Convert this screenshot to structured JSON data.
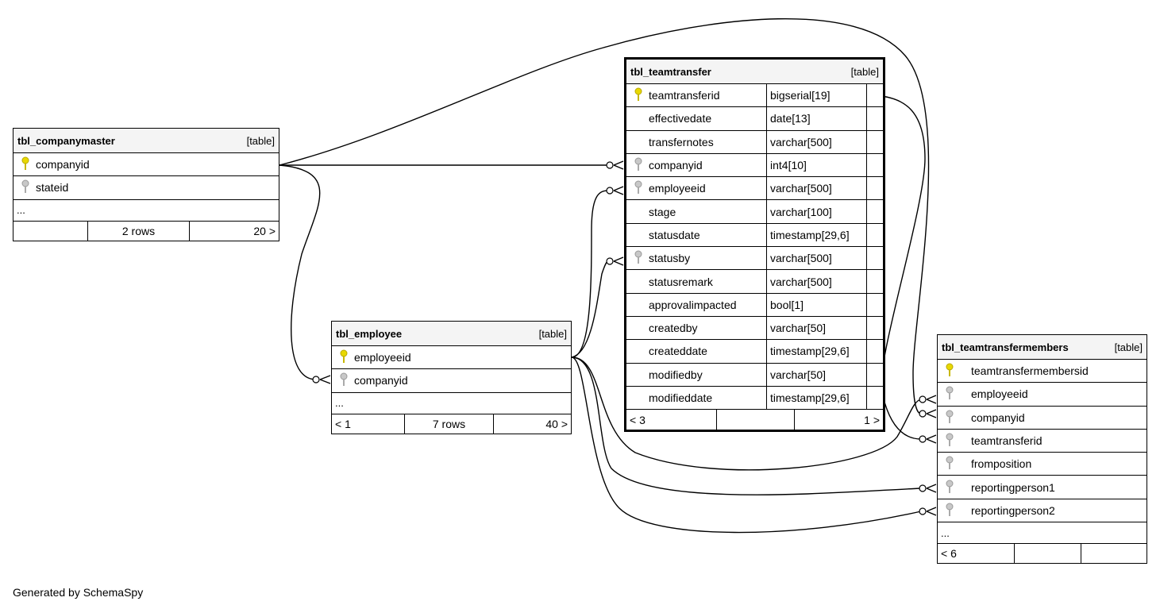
{
  "tables": {
    "companymaster": {
      "name": "tbl_companymaster",
      "type": "[table]",
      "columns": [
        "companyid",
        "stateid"
      ],
      "ellipsis": "...",
      "footer": [
        "",
        "2 rows",
        "20 >"
      ]
    },
    "employee": {
      "name": "tbl_employee",
      "type": "[table]",
      "columns": [
        "employeeid",
        "companyid"
      ],
      "ellipsis": "...",
      "footer": [
        "< 1",
        "7 rows",
        "40 >"
      ]
    },
    "teamtransfer": {
      "name": "tbl_teamtransfer",
      "type": "[table]",
      "columns": [
        {
          "name": "teamtransferid",
          "type": "bigserial[19]"
        },
        {
          "name": "effectivedate",
          "type": "date[13]"
        },
        {
          "name": "transfernotes",
          "type": "varchar[500]"
        },
        {
          "name": "companyid",
          "type": "int4[10]"
        },
        {
          "name": "employeeid",
          "type": "varchar[500]"
        },
        {
          "name": "stage",
          "type": "varchar[100]"
        },
        {
          "name": "statusdate",
          "type": "timestamp[29,6]"
        },
        {
          "name": "statusby",
          "type": "varchar[500]"
        },
        {
          "name": "statusremark",
          "type": "varchar[500]"
        },
        {
          "name": "approvalimpacted",
          "type": "bool[1]"
        },
        {
          "name": "createdby",
          "type": "varchar[50]"
        },
        {
          "name": "createddate",
          "type": "timestamp[29,6]"
        },
        {
          "name": "modifiedby",
          "type": "varchar[50]"
        },
        {
          "name": "modifieddate",
          "type": "timestamp[29,6]"
        }
      ],
      "footer": [
        "< 3",
        "",
        "1 >"
      ]
    },
    "teamtransfermembers": {
      "name": "tbl_teamtransfermembers",
      "type": "[table]",
      "columns": [
        "teamtransfermembersid",
        "employeeid",
        "companyid",
        "teamtransferid",
        "fromposition",
        "reportingperson1",
        "reportingperson2"
      ],
      "ellipsis": "...",
      "footer": [
        "< 6",
        "",
        ""
      ]
    }
  },
  "footer_text": "Generated by SchemaSpy",
  "colors": {
    "primary_key": "#e8d800",
    "foreign_key": "#b0b0b0",
    "header_bg": "#f4f4f4"
  }
}
